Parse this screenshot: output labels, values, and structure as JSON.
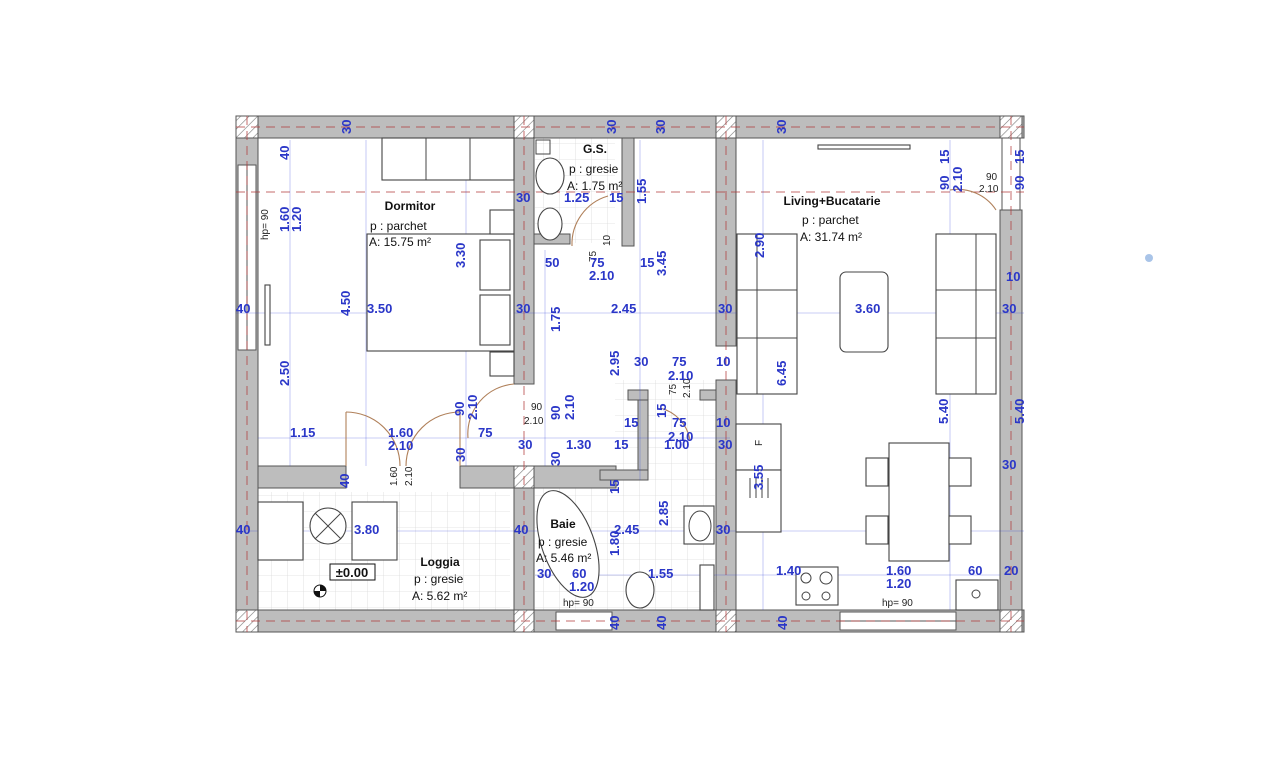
{
  "rooms": {
    "dormitor": {
      "name": "Dormitor",
      "floor": "p : parchet",
      "area": "A: 15.75 m²"
    },
    "gs": {
      "name": "G.S.",
      "floor": "p : gresie",
      "area": "A: 1.75 m²"
    },
    "living": {
      "name": "Living+Bucatarie",
      "floor": "p : parchet",
      "area": "A: 31.74 m²"
    },
    "loggia": {
      "name": "Loggia",
      "floor": "p : gresie",
      "area": "A: 5.62 m²"
    },
    "baie": {
      "name": "Baie",
      "floor": "p : gresie",
      "area": "A: 5.46 m²"
    }
  },
  "level_marker": "±0.00",
  "window_heights": {
    "dormitor": "hp= 90",
    "baie": "hp= 90",
    "living": "hp= 90"
  },
  "door_labels": {
    "living_entry": {
      "w": "90",
      "h": "2.10"
    },
    "hall_door": {
      "w": "90",
      "h": "2.10"
    },
    "gs_door": {
      "w": "75",
      "h": "10"
    },
    "closet_door": {
      "w": "75",
      "h": "2.10"
    },
    "loggia_door": {
      "w": "1.60",
      "h": "2.10"
    }
  },
  "appliance_label": "F",
  "dimensions": {
    "top_30_a": "30",
    "top_30_b": "30",
    "top_30_c": "30",
    "top_30_d": "30",
    "dorm_40": "40",
    "dorm_160": "1.60",
    "dorm_120": "1.20",
    "dorm_330": "3.30",
    "dorm_450": "4.50",
    "dorm_350": "3.50",
    "dorm_250": "2.50",
    "dorm_115": "1.15",
    "dorm_160b": "1.60",
    "dorm_210": "2.10",
    "dorm_90": "90",
    "dorm_210b": "2.10",
    "dorm_75": "75",
    "dorm_30l": "30",
    "dorm_30r": "30",
    "left_40": "40",
    "gs_30": "30",
    "gs_125": "1.25",
    "gs_15": "15",
    "gs_155": "1.55",
    "gs_50": "50",
    "gs_75": "75",
    "gs_210": "2.10",
    "gs_15b": "15",
    "gs_345": "3.45",
    "hall_30l": "30",
    "hall_175": "1.75",
    "hall_245": "2.45",
    "hall_30r": "30",
    "hall_295": "2.95",
    "hall_30": "30",
    "hall_75": "75",
    "hall_210": "2.10",
    "hall_10a": "10",
    "hall_90": "90",
    "hall_210b": "2.10",
    "hall_15": "15",
    "hall_15b": "15",
    "hall_75b": "75",
    "hall_210c": "2.10",
    "hall_10b": "10",
    "hall_130": "1.30",
    "hall_15c": "15",
    "hall_100": "1.00",
    "hall_30b": "30",
    "hall_30c": "30",
    "liv_30": "30",
    "liv_290": "2.90",
    "liv_90": "90",
    "liv_15": "15",
    "liv_210": "2.10",
    "liv_90r": "90",
    "liv_15r": "15",
    "liv_360": "3.60",
    "liv_30r": "30",
    "liv_10r": "10",
    "liv_645": "6.45",
    "liv_540": "5.40",
    "liv_540r": "5.40",
    "liv_30r2": "30",
    "liv_355": "3.55",
    "liv_140": "1.40",
    "liv_160": "1.60",
    "liv_120": "1.20",
    "liv_60": "60",
    "liv_20": "20",
    "liv_40b": "40",
    "log_40": "40",
    "log_380": "3.80",
    "log_40r": "40",
    "baie_15": "15",
    "baie_285": "2.85",
    "baie_40": "40",
    "baie_245": "2.45",
    "baie_180": "1.80",
    "baie_30": "30",
    "baie_30b": "30",
    "baie_60": "60",
    "baie_120": "1.20",
    "baie_155": "1.55",
    "baie_40b": "40",
    "baie_40c": "40"
  },
  "colors": {
    "wall": "#bdbdbd",
    "dimension_text": "#2a36c8",
    "axis_line": "#b23a3a",
    "door_arc": "#b0805a"
  }
}
